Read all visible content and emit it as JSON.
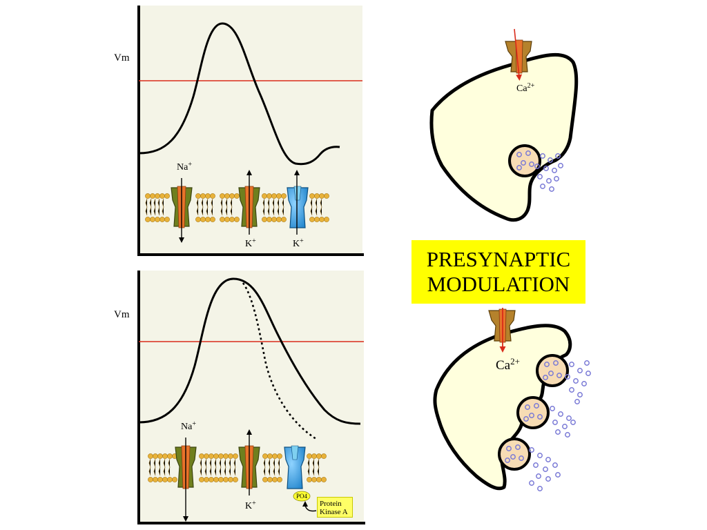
{
  "title": {
    "line1": "PRESYNAPTIC",
    "line2": "MODULATION"
  },
  "top_panel": {
    "y_label": "Vm",
    "channels": [
      {
        "ion": "Na",
        "charge": "+"
      },
      {
        "ion": "K",
        "charge": "+"
      },
      {
        "ion": "K",
        "charge": "+"
      }
    ]
  },
  "bottom_panel": {
    "y_label": "Vm",
    "channels": [
      {
        "ion": "Na",
        "charge": "+"
      },
      {
        "ion": "K",
        "charge": "+"
      }
    ],
    "phosphate_label": "PO4",
    "kinase_label_line1": "Protein",
    "kinase_label_line2": "Kinase A"
  },
  "terminal_top": {
    "ion": "Ca",
    "charge": "2+"
  },
  "terminal_bottom": {
    "ion": "Ca",
    "charge": "2+"
  },
  "colors": {
    "panel_bg": "#f4f4e7",
    "threshold": "#d92b1a",
    "terminal_fill": "#ffffdd",
    "channel_green": "#6f7f1e",
    "channel_orange": "#e8732a",
    "channel_blue": "#1a8ed8",
    "lipid_head": "#e8b23a",
    "vesicle_fill": "#f7dcb4",
    "transmitter": "#7a7ad6",
    "ca_channel": "#b5822c",
    "highlight": "#ffff00"
  }
}
